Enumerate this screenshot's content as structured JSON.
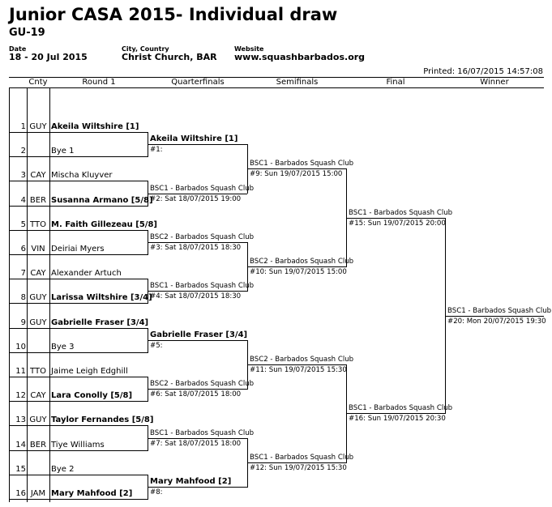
{
  "header": {
    "title": "Junior CASA 2015- Individual draw",
    "subtitle": "GU-19",
    "date_label": "Date",
    "date_value": "18 - 20 Jul 2015",
    "location_label": "City, Country",
    "location_value": "Christ Church, BAR",
    "website_label": "Website",
    "website_value": "www.squashbarbados.org",
    "printed": "Printed: 16/07/2015 14:57:08"
  },
  "columns": {
    "cnty": "Cnty",
    "round1": "Round 1",
    "quarterfinals": "Quarterfinals",
    "semifinals": "Semifinals",
    "final": "Final",
    "winner": "Winner"
  },
  "round1": [
    {
      "seed": "1",
      "cnty": "GUY",
      "name": "Akeila Wiltshire [1]",
      "bold": true
    },
    {
      "seed": "2",
      "cnty": "",
      "name": "Bye 1",
      "bold": false
    },
    {
      "seed": "3",
      "cnty": "CAY",
      "name": "Mischa Kluyver",
      "bold": false
    },
    {
      "seed": "4",
      "cnty": "BER",
      "name": "Susanna Armano [5/8]",
      "bold": true
    },
    {
      "seed": "5",
      "cnty": "TTO",
      "name": "M. Faith Gillezeau [5/8]",
      "bold": true
    },
    {
      "seed": "6",
      "cnty": "VIN",
      "name": "Deiriai Myers",
      "bold": false
    },
    {
      "seed": "7",
      "cnty": "CAY",
      "name": "Alexander Artuch",
      "bold": false
    },
    {
      "seed": "8",
      "cnty": "GUY",
      "name": "Larissa Wiltshire [3/4]",
      "bold": true
    },
    {
      "seed": "9",
      "cnty": "GUY",
      "name": "Gabrielle Fraser [3/4]",
      "bold": true
    },
    {
      "seed": "10",
      "cnty": "",
      "name": "Bye 3",
      "bold": false
    },
    {
      "seed": "11",
      "cnty": "TTO",
      "name": "Jaime Leigh Edghill",
      "bold": false
    },
    {
      "seed": "12",
      "cnty": "CAY",
      "name": "Lara Conolly [5/8]",
      "bold": true
    },
    {
      "seed": "13",
      "cnty": "GUY",
      "name": "Taylor Fernandes [5/8]",
      "bold": true
    },
    {
      "seed": "14",
      "cnty": "BER",
      "name": "Tiye Williams",
      "bold": false
    },
    {
      "seed": "15",
      "cnty": "",
      "name": "Bye 2",
      "bold": false
    },
    {
      "seed": "16",
      "cnty": "JAM",
      "name": "Mary Mahfood [2]",
      "bold": true
    }
  ],
  "quarterfinals": [
    {
      "top": "Akeila Wiltshire [1]",
      "top_bold": true,
      "bottom": "#1:"
    },
    {
      "top": "BSC1 - Barbados Squash Club",
      "top_bold": false,
      "bottom": "#2: Sat 18/07/2015 19:00"
    },
    {
      "top": "BSC2 - Barbados Squash Club",
      "top_bold": false,
      "bottom": "#3: Sat 18/07/2015 18:30"
    },
    {
      "top": "BSC1 - Barbados Squash Club",
      "top_bold": false,
      "bottom": "#4: Sat 18/07/2015 18:30"
    },
    {
      "top": "Gabrielle Fraser [3/4]",
      "top_bold": true,
      "bottom": "#5:"
    },
    {
      "top": "BSC2 - Barbados Squash Club",
      "top_bold": false,
      "bottom": "#6: Sat 18/07/2015 18:00"
    },
    {
      "top": "BSC1 - Barbados Squash Club",
      "top_bold": false,
      "bottom": "#7: Sat 18/07/2015 18:00"
    },
    {
      "top": "Mary Mahfood [2]",
      "top_bold": true,
      "bottom": "#8:"
    }
  ],
  "semifinals": [
    {
      "top": "BSC1 - Barbados Squash Club",
      "bottom": "#9: Sun 19/07/2015 15:00"
    },
    {
      "top": "BSC2 - Barbados Squash Club",
      "bottom": "#10: Sun 19/07/2015 15:00"
    },
    {
      "top": "BSC2 - Barbados Squash Club",
      "bottom": "#11: Sun 19/07/2015 15:30"
    },
    {
      "top": "BSC1 - Barbados Squash Club",
      "bottom": "#12: Sun 19/07/2015 15:30"
    }
  ],
  "final": [
    {
      "top": "BSC1 - Barbados Squash Club",
      "bottom": "#15: Sun 19/07/2015 20:00"
    },
    {
      "top": "BSC1 - Barbados Squash Club",
      "bottom": "#16: Sun 19/07/2015 20:30"
    }
  ],
  "winner": [
    {
      "top": "BSC1 - Barbados Squash Club",
      "bottom": "#20: Mon 20/07/2015 19:30"
    }
  ]
}
